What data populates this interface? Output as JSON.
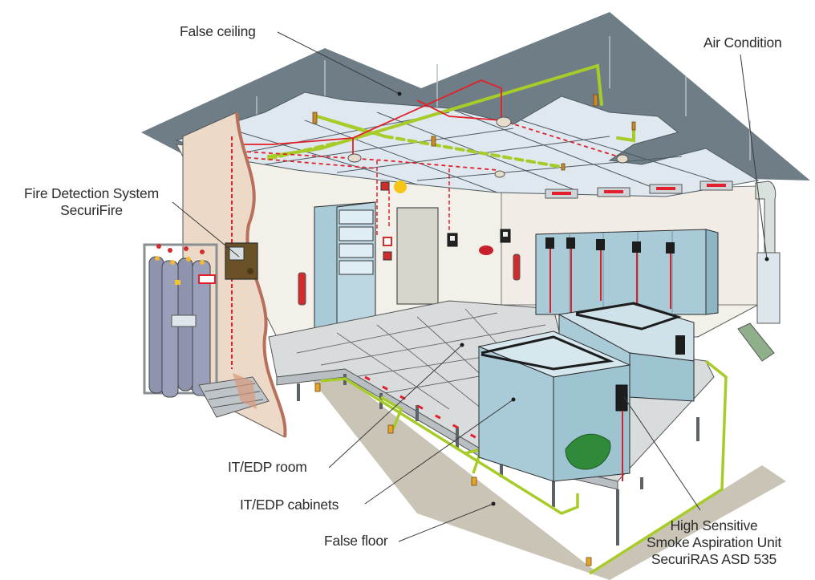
{
  "diagram": {
    "title": "IT/EDP room fire detection and smoke aspiration installation",
    "labels": {
      "false_ceiling": "False ceiling",
      "air_condition": "Air Condition",
      "fire_detection_line1": "Fire Detection System",
      "fire_detection_line2": "SecuriFire",
      "it_edp_room": "IT/EDP room",
      "it_edp_cabinets": "IT/EDP cabinets",
      "false_floor": "False floor",
      "asd_line1": "High Sensitive",
      "asd_line2": "Smoke Aspiration Unit",
      "asd_line3": "SecuriRAS ASD 535"
    },
    "colors": {
      "ceiling_slab": "#6f7e86",
      "ceiling_tiles": "#dfe8ee",
      "wall": "#f3efe9",
      "cut_wall": "#ecd9c8",
      "floor_tiles": "#d9dcdd",
      "subfloor": "#c9c4b6",
      "cabinet": "#a9cbd8",
      "aspiration_pipe": "#a7cc2a",
      "detection_wire": "#e2202b",
      "leader_line": "#3a3a3a",
      "text": "#2b2b2b"
    }
  }
}
